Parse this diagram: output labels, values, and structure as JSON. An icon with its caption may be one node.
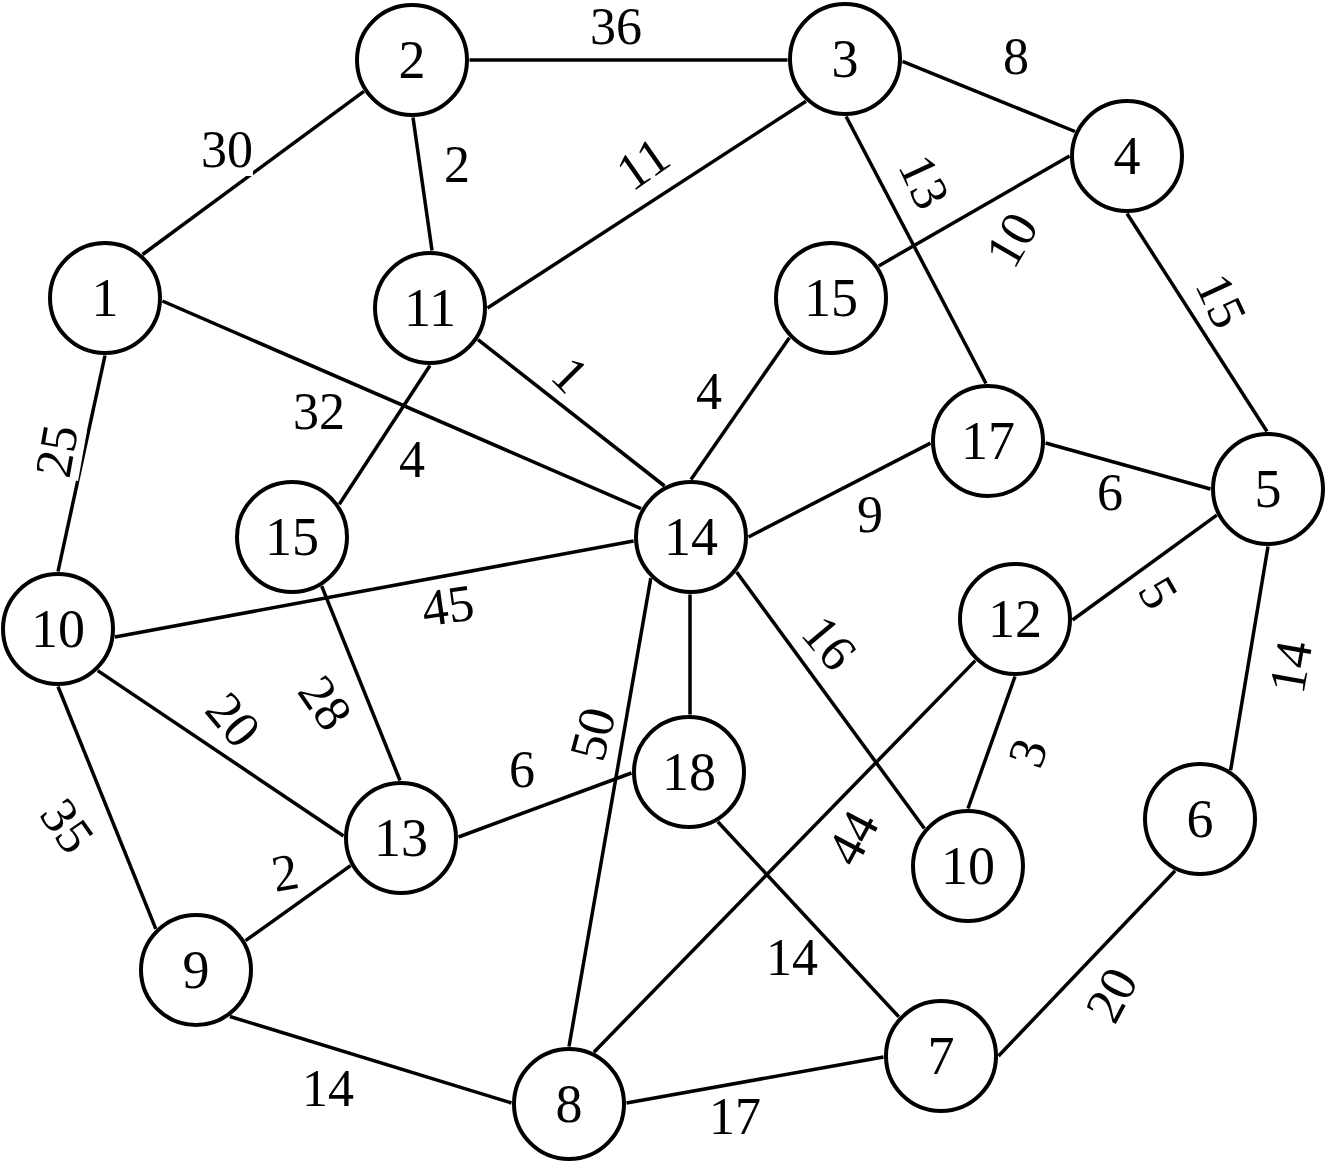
{
  "diagram": {
    "nodes": [
      {
        "text": [
          "2"
        ]
      },
      {
        "text": [
          "3"
        ]
      },
      {
        "text": [
          "4"
        ]
      },
      {
        "text": [
          "1"
        ]
      },
      {
        "text": [
          "11"
        ]
      },
      {
        "text": [
          "15"
        ]
      },
      {
        "text": [
          "17"
        ]
      },
      {
        "text": [
          "5"
        ]
      },
      {
        "text": [
          "15"
        ]
      },
      {
        "text": [
          "14"
        ]
      },
      {
        "text": [
          "10"
        ]
      },
      {
        "text": [
          "12"
        ]
      },
      {
        "text": [
          "18"
        ]
      },
      {
        "text": [
          "13"
        ]
      },
      {
        "text": [
          "6"
        ]
      },
      {
        "text": [
          "10"
        ]
      },
      {
        "text": [
          "9"
        ]
      },
      {
        "text": [
          "7"
        ]
      },
      {
        "text": [
          "8"
        ]
      }
    ],
    "edges": [
      {
        "from": 0,
        "to": 1,
        "arrow": "none",
        "label": "36"
      },
      {
        "from": 1,
        "to": 2,
        "arrow": "none",
        "label": "8"
      },
      {
        "from": 0,
        "to": 3,
        "arrow": "none",
        "label": "30"
      },
      {
        "from": 0,
        "to": 4,
        "arrow": "none",
        "label": "2"
      },
      {
        "from": 4,
        "to": 1,
        "arrow": "none",
        "label": "11"
      },
      {
        "from": 1,
        "to": 6,
        "arrow": "none",
        "label": "13"
      },
      {
        "from": 2,
        "to": 5,
        "arrow": "none",
        "label": "10"
      },
      {
        "from": 2,
        "to": 7,
        "arrow": "none",
        "label": "15"
      },
      {
        "from": 3,
        "to": 9,
        "arrow": "none",
        "label": "32"
      },
      {
        "from": 3,
        "to": 10,
        "arrow": "none",
        "label": "25"
      },
      {
        "from": 4,
        "to": 9,
        "arrow": "none",
        "label": "1"
      },
      {
        "from": 4,
        "to": 8,
        "arrow": "none",
        "label": "4"
      },
      {
        "from": 5,
        "to": 9,
        "arrow": "none",
        "label": "4"
      },
      {
        "from": 6,
        "to": 9,
        "arrow": "none",
        "label": "9"
      },
      {
        "from": 6,
        "to": 7,
        "arrow": "none",
        "label": "6"
      },
      {
        "from": 7,
        "to": 11,
        "arrow": "none",
        "label": "5"
      },
      {
        "from": 7,
        "to": 14,
        "arrow": "none",
        "label": "14"
      },
      {
        "from": 10,
        "to": 9,
        "arrow": "none",
        "label": "45"
      },
      {
        "from": 9,
        "to": 12,
        "arrow": "none"
      },
      {
        "from": 9,
        "to": 18,
        "arrow": "none",
        "label": "50"
      },
      {
        "from": 9,
        "to": 15,
        "arrow": "none",
        "label": "16"
      },
      {
        "from": 11,
        "to": 15,
        "arrow": "none",
        "label": "3"
      },
      {
        "from": 11,
        "to": 18,
        "arrow": "none",
        "label": "44"
      },
      {
        "from": 8,
        "to": 13,
        "arrow": "none",
        "label": "28"
      },
      {
        "from": 10,
        "to": 13,
        "arrow": "none",
        "label": "20"
      },
      {
        "from": 10,
        "to": 16,
        "arrow": "none",
        "label": "35"
      },
      {
        "from": 13,
        "to": 16,
        "arrow": "none",
        "label": "2"
      },
      {
        "from": 13,
        "to": 12,
        "arrow": "none",
        "label": "6"
      },
      {
        "from": 12,
        "to": 17,
        "arrow": "none",
        "label": "14"
      },
      {
        "from": 16,
        "to": 18,
        "arrow": "none",
        "label": "14"
      },
      {
        "from": 18,
        "to": 17,
        "arrow": "none",
        "label": "17"
      },
      {
        "from": 17,
        "to": 14,
        "arrow": "none",
        "label": "20"
      }
    ]
  }
}
